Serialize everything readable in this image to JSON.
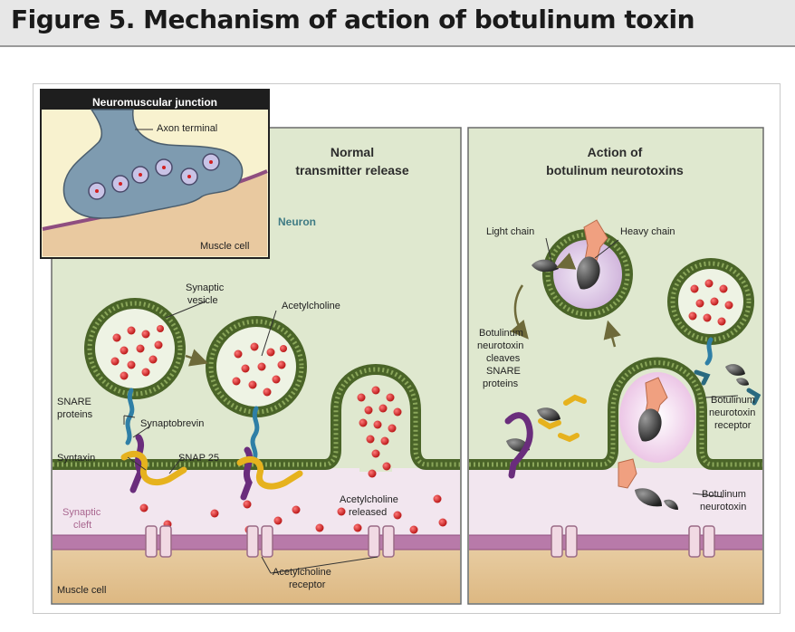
{
  "title": "Figure 5. Mechanism of action of botulinum toxin",
  "inset": {
    "title": "Neuromuscular junction",
    "axon_terminal": "Axon terminal",
    "muscle_cell": "Muscle cell"
  },
  "left_panel": {
    "heading_line1": "Normal",
    "heading_line2": "transmitter release",
    "neuron": "Neuron",
    "synaptic_vesicle_line1": "Synaptic",
    "synaptic_vesicle_line2": "vesicle",
    "acetylcholine": "Acetylcholine",
    "snare_line1": "SNARE",
    "snare_line2": "proteins",
    "synaptobrevin": "Synaptobrevin",
    "syntaxin": "Syntaxin",
    "snap25": "SNAP 25",
    "synaptic_cleft_line1": "Synaptic",
    "synaptic_cleft_line2": "cleft",
    "ach_released_line1": "Acetylcholine",
    "ach_released_line2": "released",
    "ach_receptor_line1": "Acetylcholine",
    "ach_receptor_line2": "receptor",
    "muscle_cell": "Muscle cell"
  },
  "right_panel": {
    "heading_line1": "Action of",
    "heading_line2": "botulinum neurotoxins",
    "light_chain": "Light chain",
    "heavy_chain": "Heavy chain",
    "cleaves_line1": "Botulinum",
    "cleaves_line2": "neurotoxin",
    "cleaves_line3": "cleaves",
    "cleaves_line4": "SNARE",
    "cleaves_line5": "proteins",
    "receptor_line1": "Botulinum",
    "receptor_line2": "neurotoxin",
    "receptor_line3": "receptor",
    "toxin_line1": "Botulinum",
    "toxin_line2": "neurotoxin"
  },
  "colors": {
    "neuron_bg": "#dfe8cf",
    "cleft_bg": "#f3e6f0",
    "muscle_bg": "#e7c79b",
    "membrane": "#4f6b2b",
    "muscle_membrane": "#a76a9a",
    "acetylcholine": "#d32020",
    "vesicle_fill": "#eef3e4",
    "synaptobrevin": "#2f7fa6",
    "syntaxin": "#6a2d7c",
    "snap25": "#e6b21e",
    "inset_axon": "#7e9bb0",
    "inset_bg": "#f8f2cf",
    "inset_muscle": "#e9c9a0",
    "toxin_heavy": "#f0a080",
    "toxin_light": "#444444",
    "heading_text": "#2c2c2c",
    "neuron_label": "#3f7b84"
  }
}
